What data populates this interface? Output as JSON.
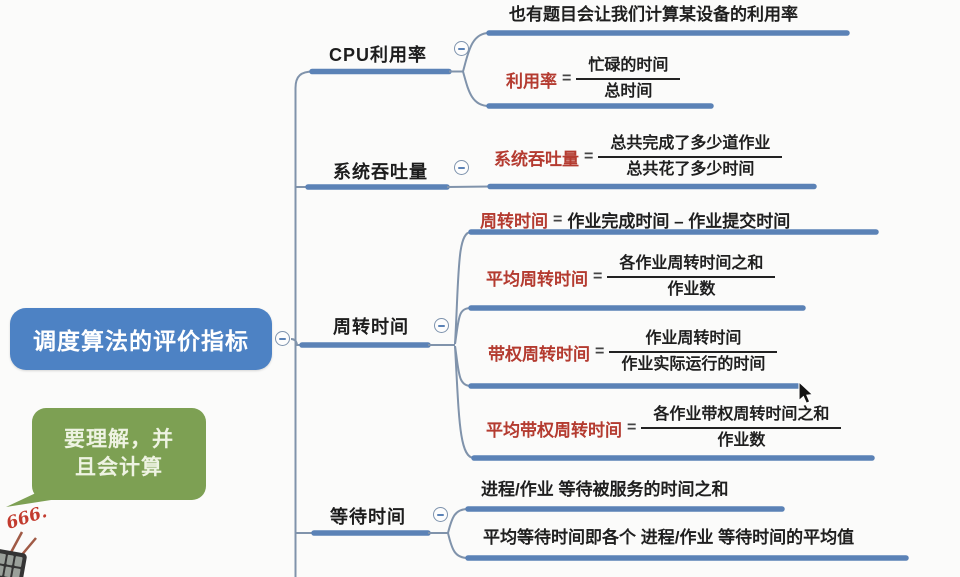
{
  "root": {
    "label": "调度算法的评价指标"
  },
  "note_bubble": {
    "line1": "要理解，并",
    "line2": "且会计算"
  },
  "sticker": {
    "text": "666."
  },
  "branches": [
    {
      "label": "CPU利用率",
      "children": [
        {
          "type": "text",
          "text": "也有题目会让我们计算某设备的利用率"
        },
        {
          "type": "formula",
          "label": "利用率",
          "eq": "=",
          "numerator": "忙碌的时间",
          "denominator": "总时间"
        }
      ]
    },
    {
      "label": "系统吞吐量",
      "children": [
        {
          "type": "formula",
          "label": "系统吞吐量",
          "eq": "=",
          "numerator": "总共完成了多少道作业",
          "denominator": "总共花了多少时间"
        }
      ]
    },
    {
      "label": "周转时间",
      "children": [
        {
          "type": "inline-formula",
          "label": "周转时间",
          "eq": "=",
          "rhs": "作业完成时间 – 作业提交时间"
        },
        {
          "type": "formula",
          "label": "平均周转时间",
          "eq": "=",
          "numerator": "各作业周转时间之和",
          "denominator": "作业数"
        },
        {
          "type": "formula",
          "label": "带权周转时间",
          "eq": "=",
          "numerator": "作业周转时间",
          "denominator": "作业实际运行的时间"
        },
        {
          "type": "formula",
          "label": "平均带权周转时间",
          "eq": "=",
          "numerator": "各作业带权周转时间之和",
          "denominator": "作业数"
        }
      ]
    },
    {
      "label": "等待时间",
      "children": [
        {
          "type": "text",
          "text": "进程/作业 等待被服务的时间之和"
        },
        {
          "type": "text",
          "text": "平均等待时间即各个 进程/作业 等待时间的平均值"
        }
      ]
    }
  ],
  "colors": {
    "root_fill": "#4d82c4",
    "branch_underline": "#5b82b6",
    "thin_connector": "#8093ab",
    "formula_red": "#b43b30",
    "note_green": "#7da053",
    "text_black": "#1f1f1f",
    "background": "#fbfbfa"
  }
}
